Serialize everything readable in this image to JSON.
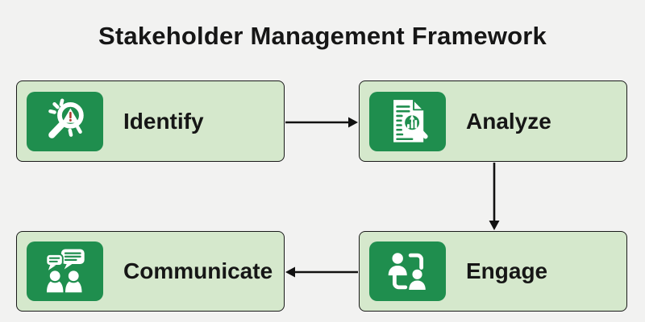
{
  "title": "Stakeholder Management Framework",
  "colors": {
    "background": "#f2f2f1",
    "box_fill": "#d5e8cc",
    "box_border": "#1a1a1a",
    "tile_green": "#1f8e4e",
    "icon_white": "#ffffff",
    "warning_red": "#b03a2e",
    "text": "#161616",
    "arrow": "#111111"
  },
  "nodes": [
    {
      "id": "identify",
      "label": "Identify",
      "icon": "magnifier-warning-icon"
    },
    {
      "id": "analyze",
      "label": "Analyze",
      "icon": "document-chart-magnifier-icon"
    },
    {
      "id": "engage",
      "label": "Engage",
      "icon": "people-exchange-icon"
    },
    {
      "id": "communicate",
      "label": "Communicate",
      "icon": "speech-bubbles-people-icon"
    }
  ],
  "arrows": [
    {
      "from": "Identify",
      "to": "Analyze",
      "direction": "right"
    },
    {
      "from": "Analyze",
      "to": "Engage",
      "direction": "down"
    },
    {
      "from": "Engage",
      "to": "Communicate",
      "direction": "left"
    }
  ]
}
